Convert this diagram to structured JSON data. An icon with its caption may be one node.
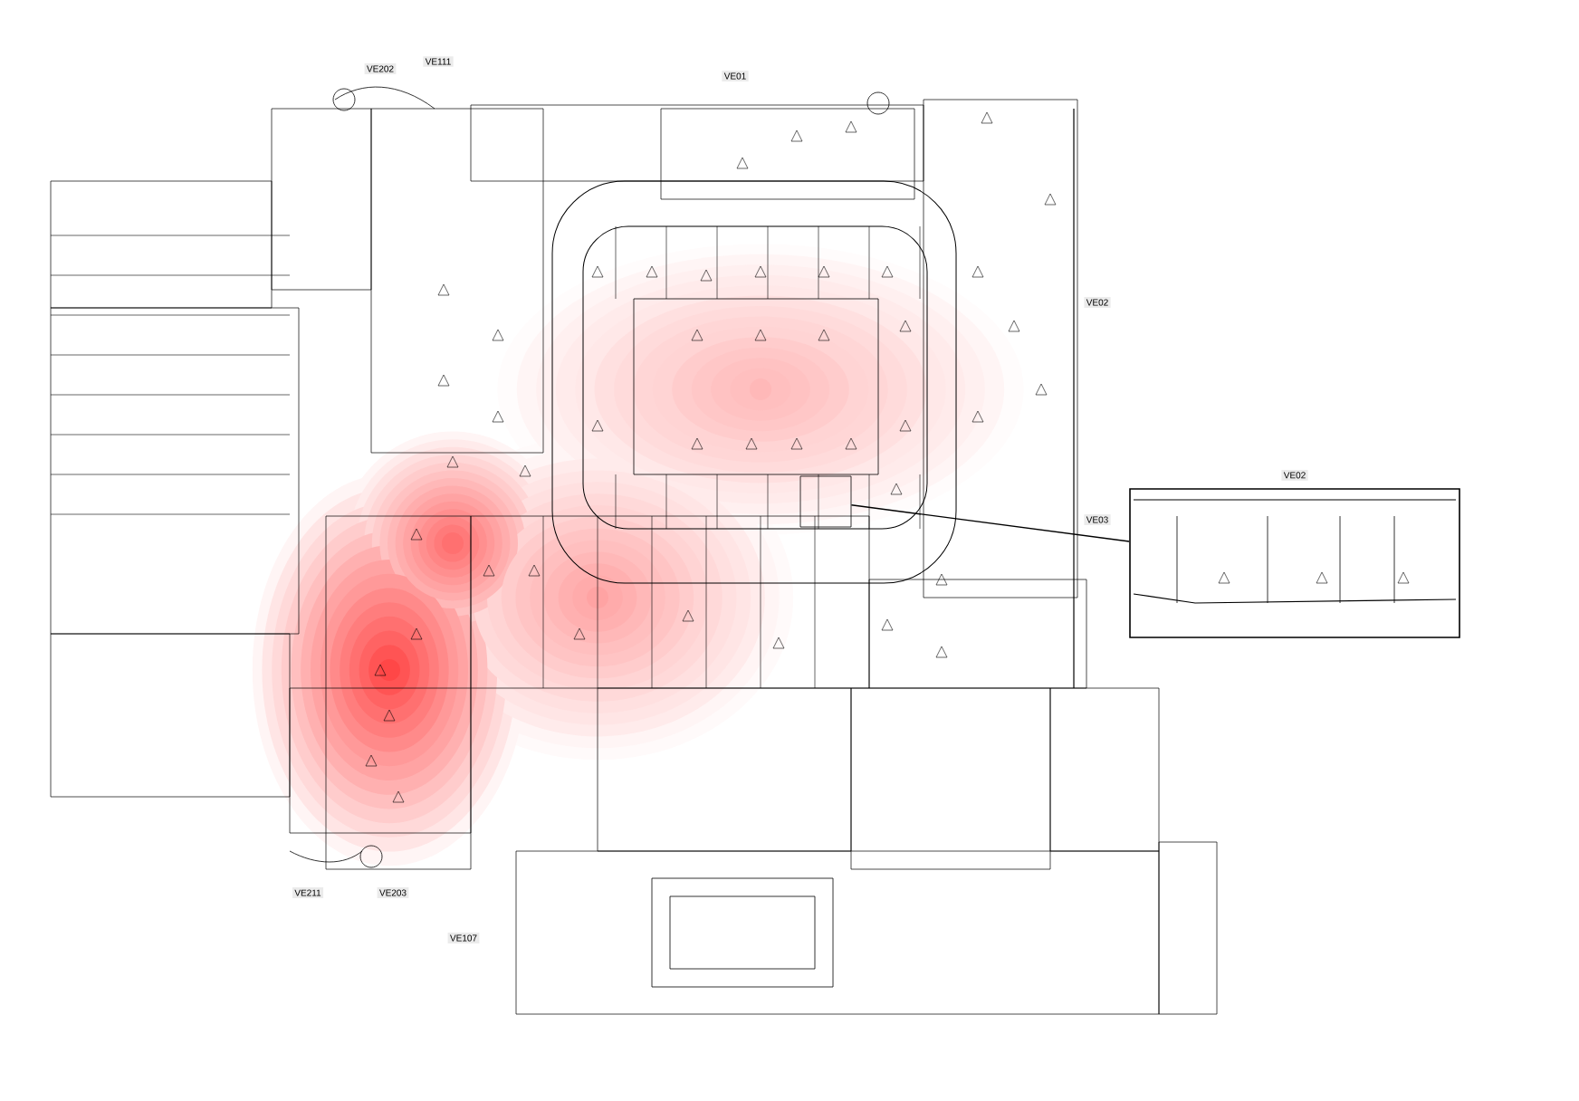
{
  "diagram": {
    "nodes": [
      {
        "text": [],
        "shape": "box"
      },
      {
        "text": [
          "VE02"
        ]
      }
    ],
    "edges": [
      {
        "from": 0,
        "to": 1,
        "arrow": "none"
      }
    ],
    "labels": [
      "VE202",
      "VE111",
      "VE01",
      "VE02",
      "VE03",
      "VE211",
      "VE203",
      "VE107"
    ]
  }
}
